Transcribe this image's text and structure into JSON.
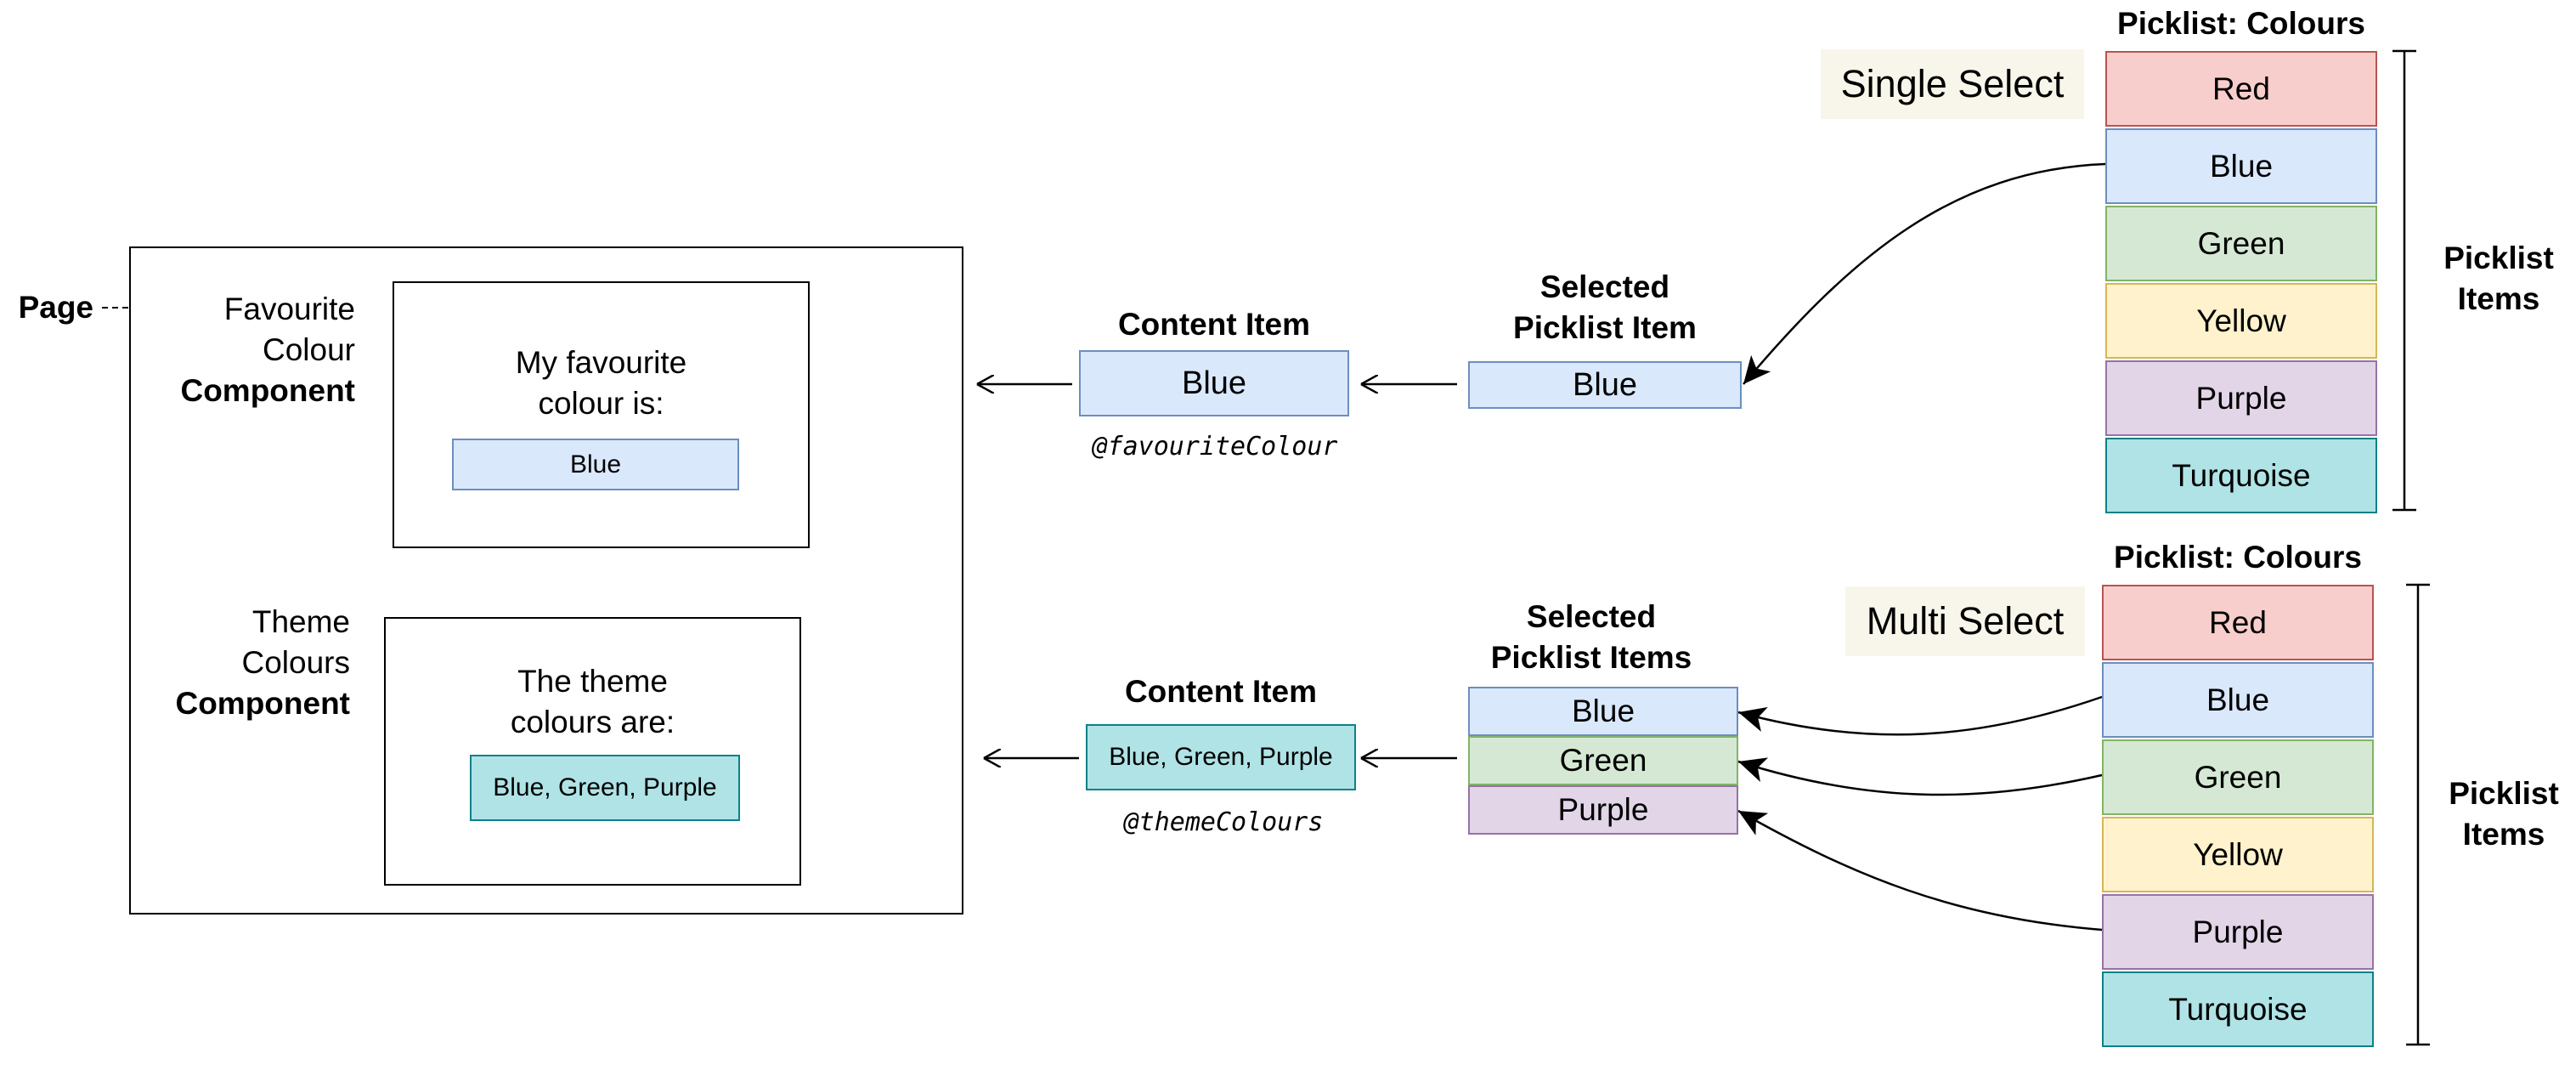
{
  "colors": {
    "red": {
      "fill": "#f8cecc",
      "stroke": "#b85450"
    },
    "blue": {
      "fill": "#dae8fc",
      "stroke": "#6c8ebf"
    },
    "green": {
      "fill": "#d5e8d4",
      "stroke": "#82b366"
    },
    "yellow": {
      "fill": "#fff2cc",
      "stroke": "#d6b656"
    },
    "purple": {
      "fill": "#e1d5e7",
      "stroke": "#9673a6"
    },
    "turquoise": {
      "fill": "#b0e3e6",
      "stroke": "#0e8088"
    },
    "tag_bg": "#f8f6ea"
  },
  "page": {
    "label": "Page",
    "favourite_component": {
      "label_line1": "Favourite",
      "label_line2": "Colour",
      "label_line3": "Component",
      "text_line1": "My favourite",
      "text_line2": "colour is:",
      "value": "Blue"
    },
    "theme_component": {
      "label_line1": "Theme",
      "label_line2": "Colours",
      "label_line3": "Component",
      "text_line1": "The theme",
      "text_line2": "colours are:",
      "value": "Blue, Green, Purple"
    }
  },
  "single": {
    "content_item_title": "Content Item",
    "content_item_value": "Blue",
    "content_item_variable": "@favouriteColour",
    "selected_title_line1": "Selected",
    "selected_title_line2": "Picklist Item",
    "selected_value": "Blue",
    "mode_label": "Single Select",
    "picklist_title": "Picklist: Colours",
    "items": [
      "Red",
      "Blue",
      "Green",
      "Yellow",
      "Purple",
      "Turquoise"
    ],
    "items_label_line1": "Picklist",
    "items_label_line2": "Items"
  },
  "multi": {
    "content_item_title": "Content Item",
    "content_item_value": "Blue, Green, Purple",
    "content_item_variable": "@themeColours",
    "selected_title_line1": "Selected",
    "selected_title_line2": "Picklist Items",
    "selected_values": [
      "Blue",
      "Green",
      "Purple"
    ],
    "mode_label": "Multi Select",
    "picklist_title": "Picklist: Colours",
    "items": [
      "Red",
      "Blue",
      "Green",
      "Yellow",
      "Purple",
      "Turquoise"
    ],
    "items_label_line1": "Picklist",
    "items_label_line2": "Items"
  }
}
